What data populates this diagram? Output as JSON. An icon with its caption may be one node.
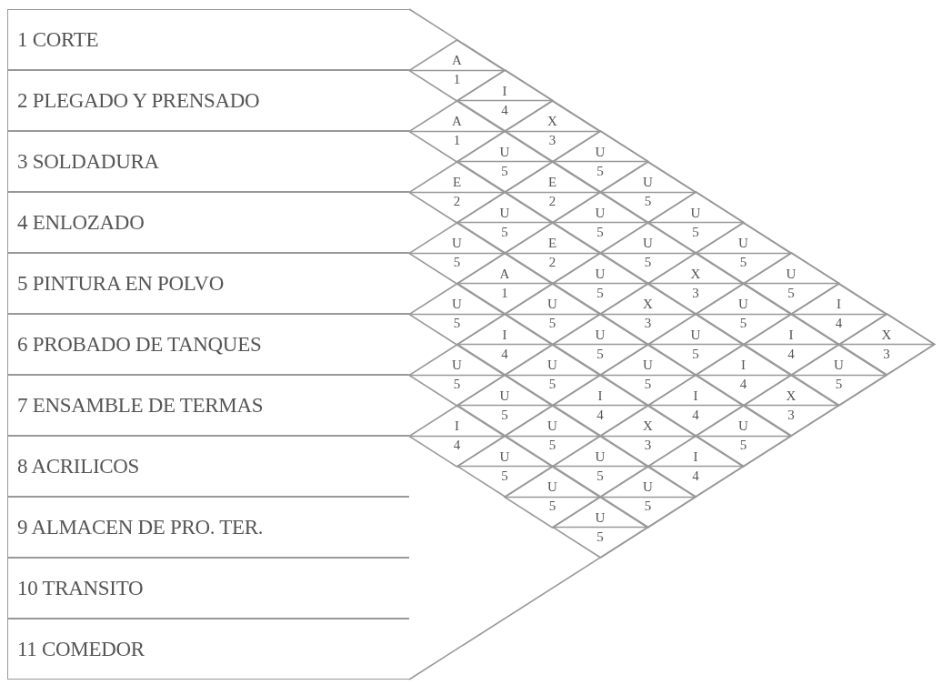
{
  "diagram": {
    "nodes": [
      {
        "text": [
          "1 CORTE"
        ]
      },
      {
        "text": [
          "2 PLEGADO Y PRENSADO"
        ]
      },
      {
        "text": [
          "3 SOLDADURA"
        ]
      },
      {
        "text": [
          "4 ENLOZADO"
        ]
      },
      {
        "text": [
          "5 PINTURA EN POLVO"
        ]
      },
      {
        "text": [
          "6 PROBADO DE TANQUES"
        ]
      },
      {
        "text": [
          "7 ENSAMBLE DE TERMAS"
        ]
      },
      {
        "text": [
          "8 ACRILICOS"
        ]
      },
      {
        "text": [
          "9 ALMACEN DE PRO. TER."
        ]
      },
      {
        "text": [
          "10 TRANSITO"
        ]
      },
      {
        "text": [
          "11 COMEDOR"
        ]
      },
      {
        "text": [
          "A",
          "1"
        ]
      },
      {
        "text": [
          "I",
          "4"
        ]
      },
      {
        "text": [
          "X",
          "3"
        ]
      },
      {
        "text": [
          "U",
          "5"
        ]
      },
      {
        "text": [
          "U",
          "5"
        ]
      },
      {
        "text": [
          "U",
          "5"
        ]
      },
      {
        "text": [
          "U",
          "5"
        ]
      },
      {
        "text": [
          "U",
          "5"
        ]
      },
      {
        "text": [
          "I",
          "4"
        ]
      },
      {
        "text": [
          "X",
          "3"
        ]
      },
      {
        "text": [
          "A",
          "1"
        ]
      },
      {
        "text": [
          "U",
          "5"
        ]
      },
      {
        "text": [
          "E",
          "2"
        ]
      },
      {
        "text": [
          "U",
          "5"
        ]
      },
      {
        "text": [
          "U",
          "5"
        ]
      },
      {
        "text": [
          "X",
          "3"
        ]
      },
      {
        "text": [
          "U",
          "5"
        ]
      },
      {
        "text": [
          "I",
          "4"
        ]
      },
      {
        "text": [
          "U",
          "5"
        ]
      },
      {
        "text": [
          "E",
          "2"
        ]
      },
      {
        "text": [
          "U",
          "5"
        ]
      },
      {
        "text": [
          "E",
          "2"
        ]
      },
      {
        "text": [
          "U",
          "5"
        ]
      },
      {
        "text": [
          "X",
          "3"
        ]
      },
      {
        "text": [
          "U",
          "5"
        ]
      },
      {
        "text": [
          "I",
          "4"
        ]
      },
      {
        "text": [
          "X",
          "3"
        ]
      },
      {
        "text": [
          "U",
          "5"
        ]
      },
      {
        "text": [
          "A",
          "1"
        ]
      },
      {
        "text": [
          "U",
          "5"
        ]
      },
      {
        "text": [
          "U",
          "5"
        ]
      },
      {
        "text": [
          "U",
          "5"
        ]
      },
      {
        "text": [
          "I",
          "4"
        ]
      },
      {
        "text": [
          "U",
          "5"
        ]
      },
      {
        "text": [
          "U",
          "5"
        ]
      },
      {
        "text": [
          "I",
          "4"
        ]
      },
      {
        "text": [
          "U",
          "5"
        ]
      },
      {
        "text": [
          "I",
          "4"
        ]
      },
      {
        "text": [
          "X",
          "3"
        ]
      },
      {
        "text": [
          "I",
          "4"
        ]
      },
      {
        "text": [
          "U",
          "5"
        ]
      },
      {
        "text": [
          "U",
          "5"
        ]
      },
      {
        "text": [
          "U",
          "5"
        ]
      },
      {
        "text": [
          "U",
          "5"
        ]
      },
      {
        "text": [
          "U",
          "5"
        ]
      },
      {
        "text": [
          "I",
          "4"
        ]
      },
      {
        "text": [
          "U",
          "5"
        ]
      },
      {
        "text": [
          "U",
          "5"
        ]
      },
      {
        "text": [
          "U",
          "5"
        ]
      }
    ]
  }
}
